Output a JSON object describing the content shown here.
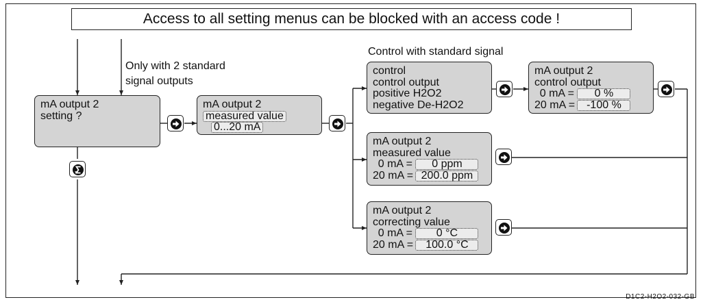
{
  "banner": "Access to all setting menus can be blocked with an access code !",
  "note_two_outputs": [
    "Only with 2 standard",
    "signal outputs"
  ],
  "heading_control": "Control with standard signal",
  "box_setting": {
    "lines": [
      "mA output 2",
      "setting  ?"
    ]
  },
  "box_measured_select": {
    "line1": "mA output 2",
    "field1": "measured value",
    "field2": "0...20 mA"
  },
  "box_control_options": {
    "lines": [
      "control",
      "control output",
      "positive H2O2",
      "negative De-H2O2"
    ]
  },
  "box_control_output": {
    "line1": "mA output 2",
    "line2": "control output",
    "row1_label": "0 mA =",
    "row1_value": "0 %",
    "row2_label": "20 mA =",
    "row2_value": "-100 %"
  },
  "box_measured_range": {
    "line1": "mA output 2",
    "line2": "measured value",
    "row1_label": "0 mA =",
    "row1_value": "0 ppm",
    "row2_label": "20 mA =",
    "row2_value": "200.0 ppm"
  },
  "box_correcting_range": {
    "line1": "mA output 2",
    "line2": "correcting value",
    "row1_label": "0 mA =",
    "row1_value": "0 °C",
    "row2_label": "20 mA =",
    "row2_value": "100.0 °C"
  },
  "icons": {
    "confirm": "enter-arrow-icon",
    "back": "return-icon"
  },
  "footer_code": "D1C2-H2O2-032-GB"
}
